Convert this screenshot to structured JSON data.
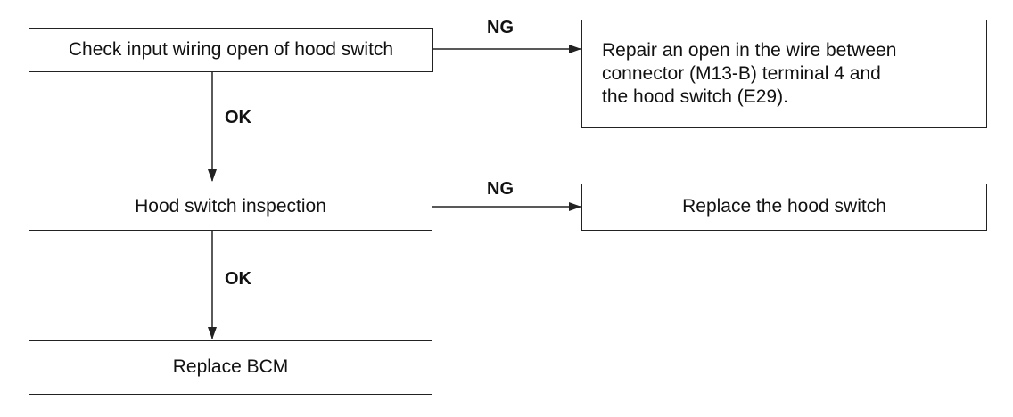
{
  "steps": {
    "check_wiring": "Check input wiring open of hood switch",
    "hood_switch_inspection": "Hood switch inspection",
    "replace_bcm": "Replace BCM"
  },
  "results": {
    "repair_open_lines": [
      "Repair an open in the wire between",
      "connector (M13-B) terminal 4 and",
      "the hood switch (E29)."
    ],
    "replace_hood_switch": "Replace the hood switch"
  },
  "branch_labels": {
    "ng_1": "NG",
    "ok_1": "OK",
    "ng_2": "NG",
    "ok_2": "OK"
  }
}
